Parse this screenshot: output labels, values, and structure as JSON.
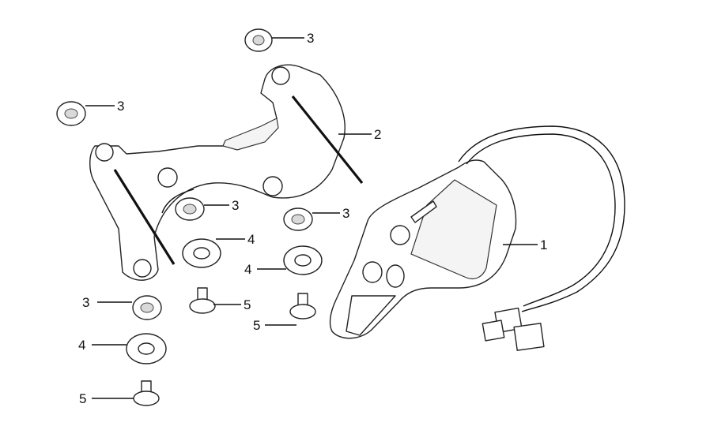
{
  "callouts": {
    "c1": "1",
    "c2": "2",
    "c3a": "3",
    "c3b": "3",
    "c3c": "3",
    "c3d": "3",
    "c3e": "3",
    "c4a": "4",
    "c4b": "4",
    "c4c": "4",
    "c5a": "5",
    "c5b": "5",
    "c5c": "5"
  },
  "parts": {
    "p1": "instrument-cluster",
    "p2": "mounting-bracket",
    "p3": "rubber-grommet",
    "p4": "flat-washer",
    "p5": "screw"
  },
  "colors": {
    "line": "#111111",
    "fill": "#ffffff",
    "shade": "#d9d9d9"
  }
}
